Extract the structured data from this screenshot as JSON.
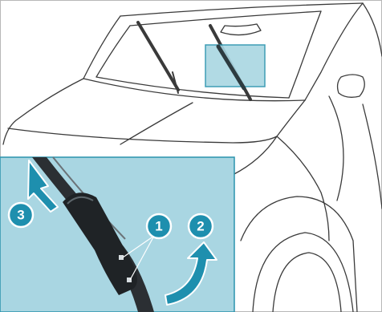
{
  "colors": {
    "frame_border": "#b8b8b8",
    "highlight_fill": "#a9d6e2",
    "highlight_stroke": "#2a93ad",
    "marker_fill": "#1e8fae",
    "marker_stroke": "#ffffff",
    "line_art": "#3a3a3a"
  },
  "callouts": {
    "marker_1": "1",
    "marker_2": "2",
    "marker_3": "3"
  },
  "icons": {
    "arrow_2": "curved-up-arrow-icon",
    "arrow_3": "up-arrow-icon"
  }
}
